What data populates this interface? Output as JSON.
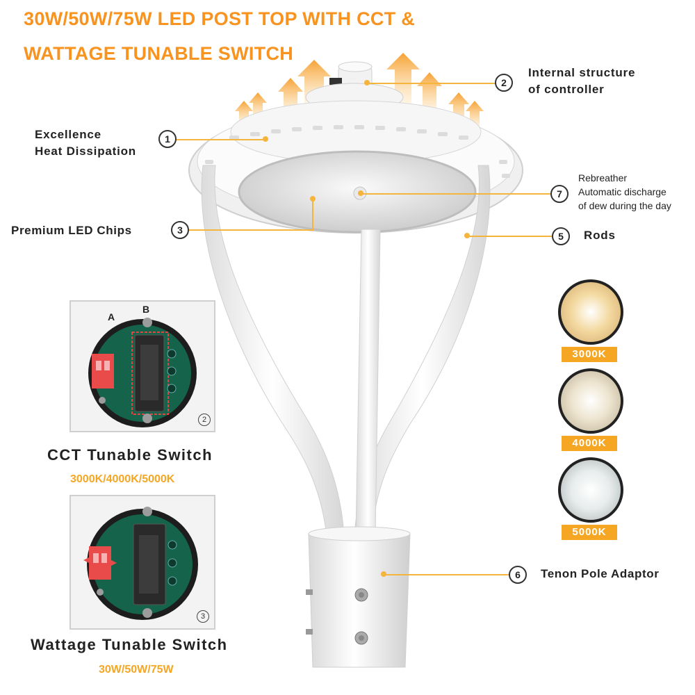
{
  "title": {
    "line1": "30W/50W/75W LED POST TOP WITH CCT &",
    "line2": "WATTAGE TUNABLE SWITCH"
  },
  "callouts": [
    {
      "number": "1",
      "lines": [
        "Excellence",
        "Heat Dissipation"
      ]
    },
    {
      "number": "2",
      "lines": [
        "Internal structure",
        "of controller"
      ]
    },
    {
      "number": "3",
      "lines": [
        "Premium LED Chips"
      ]
    },
    {
      "number": "5",
      "lines": [
        "Rods"
      ]
    },
    {
      "number": "6",
      "lines": [
        "Tenon Pole Adaptor"
      ]
    },
    {
      "number": "7",
      "lines": [
        "Rebreather",
        "Automatic discharge",
        "of dew during the day"
      ]
    }
  ],
  "cct_panel": {
    "label_a": "A",
    "label_b": "B",
    "corner_number": "2",
    "caption": "CCT Tunable Switch",
    "sub": "3000K/4000K/5000K"
  },
  "wattage_panel": {
    "corner_number": "3",
    "caption": "Wattage Tunable Switch",
    "sub": "30W/50W/75W"
  },
  "cct_options": [
    {
      "label": "3000K",
      "color": "#f3d9a0"
    },
    {
      "label": "4000K",
      "color": "#ede4cf"
    },
    {
      "label": "5000K",
      "color": "#e8ecec"
    }
  ],
  "colors": {
    "accent": "#f7931e",
    "leader": "#f5b53d",
    "arrow": "#f6a234"
  }
}
